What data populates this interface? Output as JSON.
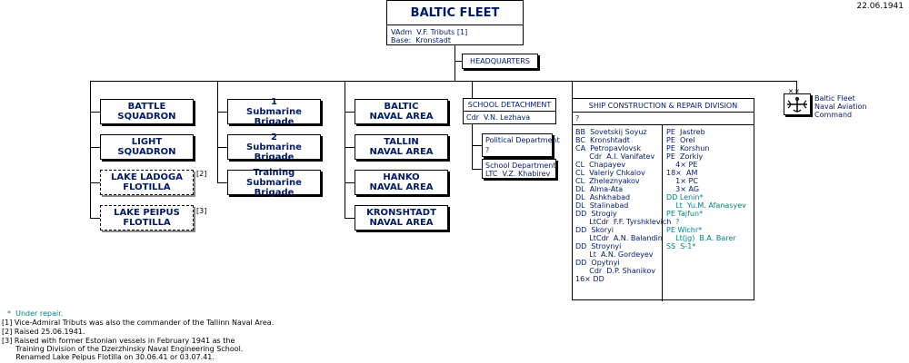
{
  "date": "22.06.1941",
  "fleet": {
    "title": "BALTIC FLEET",
    "commander": "VAdm  V.F. Tributs [1]",
    "base": "Base:  Kronstadt"
  },
  "hq": {
    "label": "HEADQUARTERS"
  },
  "columns": {
    "col1": [
      {
        "line1": "BATTLE",
        "line2": "SQUADRON"
      },
      {
        "line1": "LIGHT",
        "line2": "SQUADRON"
      },
      {
        "line1": "LAKE LADOGA",
        "line2": "FLOTILLA",
        "note": "[2]"
      },
      {
        "line1": "LAKE PEIPUS",
        "line2": "FLOTILLA",
        "note": "[3]"
      }
    ],
    "col2": [
      {
        "line1": "1",
        "line2": "Submarine Brigade"
      },
      {
        "line1": "2",
        "line2": "Submarine Brigade"
      },
      {
        "line1": "Training",
        "line2": "Submarine Brigade"
      }
    ],
    "col3": [
      {
        "line1": "BALTIC",
        "line2": "NAVAL AREA"
      },
      {
        "line1": "TALLIN",
        "line2": "NAVAL AREA"
      },
      {
        "line1": "HANKO",
        "line2": "NAVAL AREA"
      },
      {
        "line1": "KRONSHTADT",
        "line2": "NAVAL AREA"
      }
    ]
  },
  "school": {
    "title": "SCHOOL DETACHMENT",
    "commander": "Cdr  V.N. Lezhava",
    "political": {
      "title": "Political Department",
      "commander": "?"
    },
    "dept": {
      "title": "School Department",
      "commander": "LTC  V.Z. Khabirev"
    }
  },
  "shipyard": {
    "title": "SHIP CONSTRUCTION & REPAIR DIVISION",
    "commander": "?",
    "left": [
      "BB  Sovetskij Soyuz",
      "BC  Kronshtadt",
      "CA  Petropavlovsk",
      "      Cdr  A.I. Vanifatev",
      "CL  Chapayev",
      "CL  Valeriy Chkalov",
      "CL  Zheleznyakov",
      "DL  Alma-Ata",
      "DL  Ashkhabad",
      "DL  Stalinabad",
      "DD  Strogiy",
      "      LtCdr  F.F. Tyrshklevich",
      "DD  Skoryi",
      "      LtCdr  A.N. Balandin",
      "DD  Stroynyi",
      "      Lt  A.N. Gordeyev",
      "DD  Opytnyi",
      "      Cdr  D.P. Shanikov",
      "16× DD"
    ],
    "right": [
      {
        "text": "PE  Jastreb",
        "teal": false
      },
      {
        "text": "PE  Orel",
        "teal": false
      },
      {
        "text": "PE  Korshun",
        "teal": false
      },
      {
        "text": "PE  Zorkiy",
        "teal": false
      },
      {
        "text": "    4× PE",
        "teal": false
      },
      {
        "text": "18×  AM",
        "teal": false
      },
      {
        "text": "    1× PC",
        "teal": false
      },
      {
        "text": "    3× AG",
        "teal": false
      },
      {
        "text": "DD Lenin*",
        "teal": true
      },
      {
        "text": "    Lt  Yu.M. Afanasyev",
        "teal": true
      },
      {
        "text": "PE Tajfun*",
        "teal": true
      },
      {
        "text": "    ?",
        "teal": true
      },
      {
        "text": "PE Wichr*",
        "teal": true
      },
      {
        "text": "    Lt(jg)  B.A. Barer",
        "teal": true
      },
      {
        "text": "SS  S-1*",
        "teal": true
      }
    ]
  },
  "aviation": {
    "line1": "Baltic Fleet",
    "line2": "Naval Aviation",
    "line3": "Command",
    "icon": "naval-aviation-insignia-icon"
  },
  "footnotes": {
    "repair": "*  Under repair.",
    "n1": "[1] Vice-Admiral Tributs was also the commander of the Tallinn Naval Area.",
    "n2": "[2] Raised 25.06.1941.",
    "n3a": "[3] Raised with former Estonian vessels in February 1941 as the",
    "n3b": "      Training Division of the Dzerzhinsky Naval Engineering School.",
    "n3c": "      Renamed Lake Peipus Flotilla on 30.06.41 or 03.07.41."
  }
}
